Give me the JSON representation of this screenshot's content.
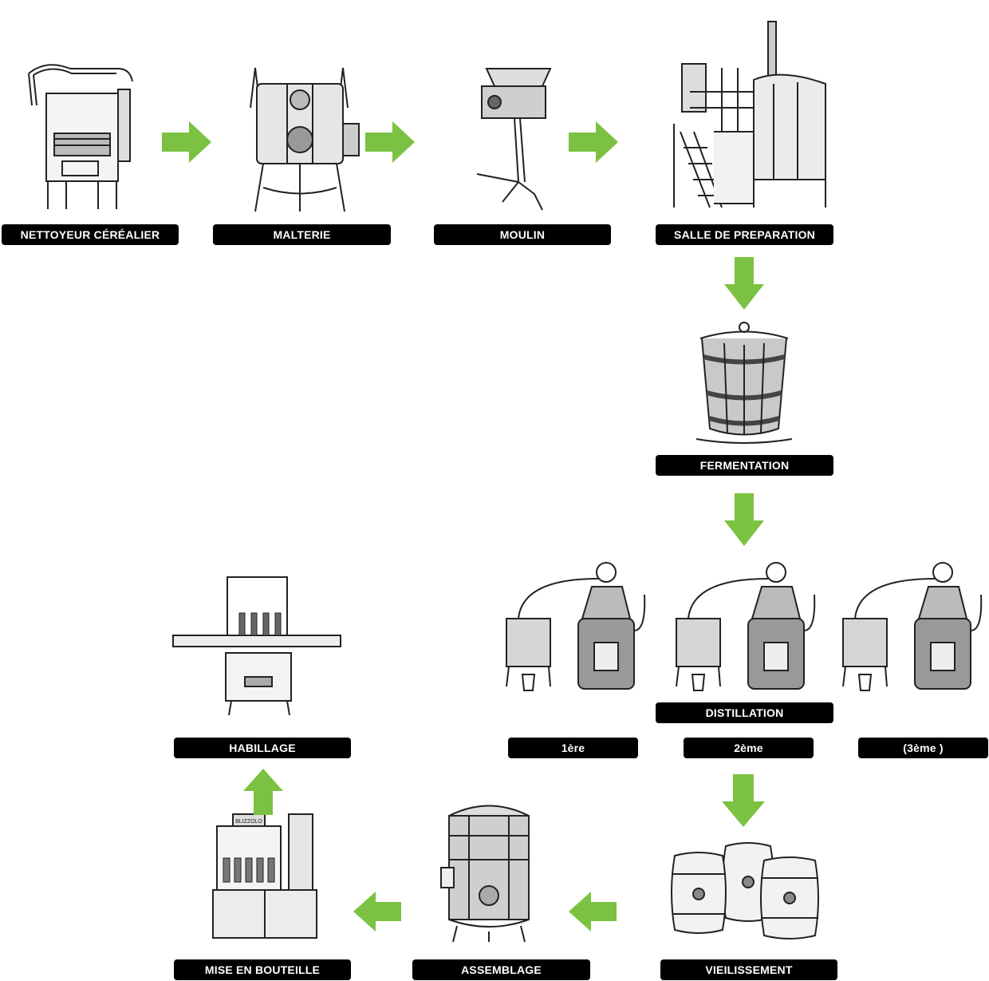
{
  "steps": {
    "nettoyeur": "NETTOYEUR CÉRÉALIER",
    "malterie": "MALTERIE",
    "moulin": "MOULIN",
    "salle": "SALLE DE PREPARATION",
    "fermentation": "FERMENTATION",
    "distillation": "DISTILLATION",
    "premiere": "1ère",
    "deuxieme": "2ème",
    "troisieme": "(3ème )",
    "vieillissement": "VIEILISSEMENT",
    "assemblage": "ASSEMBLAGE",
    "mise": "MISE EN BOUTEILLE",
    "habillage": "HABILLAGE"
  },
  "machines": {
    "bottler_brand": "BLIZZOLO"
  },
  "colors": {
    "arrow": "#7cc242",
    "label_bg": "#000000",
    "label_text": "#ffffff"
  }
}
